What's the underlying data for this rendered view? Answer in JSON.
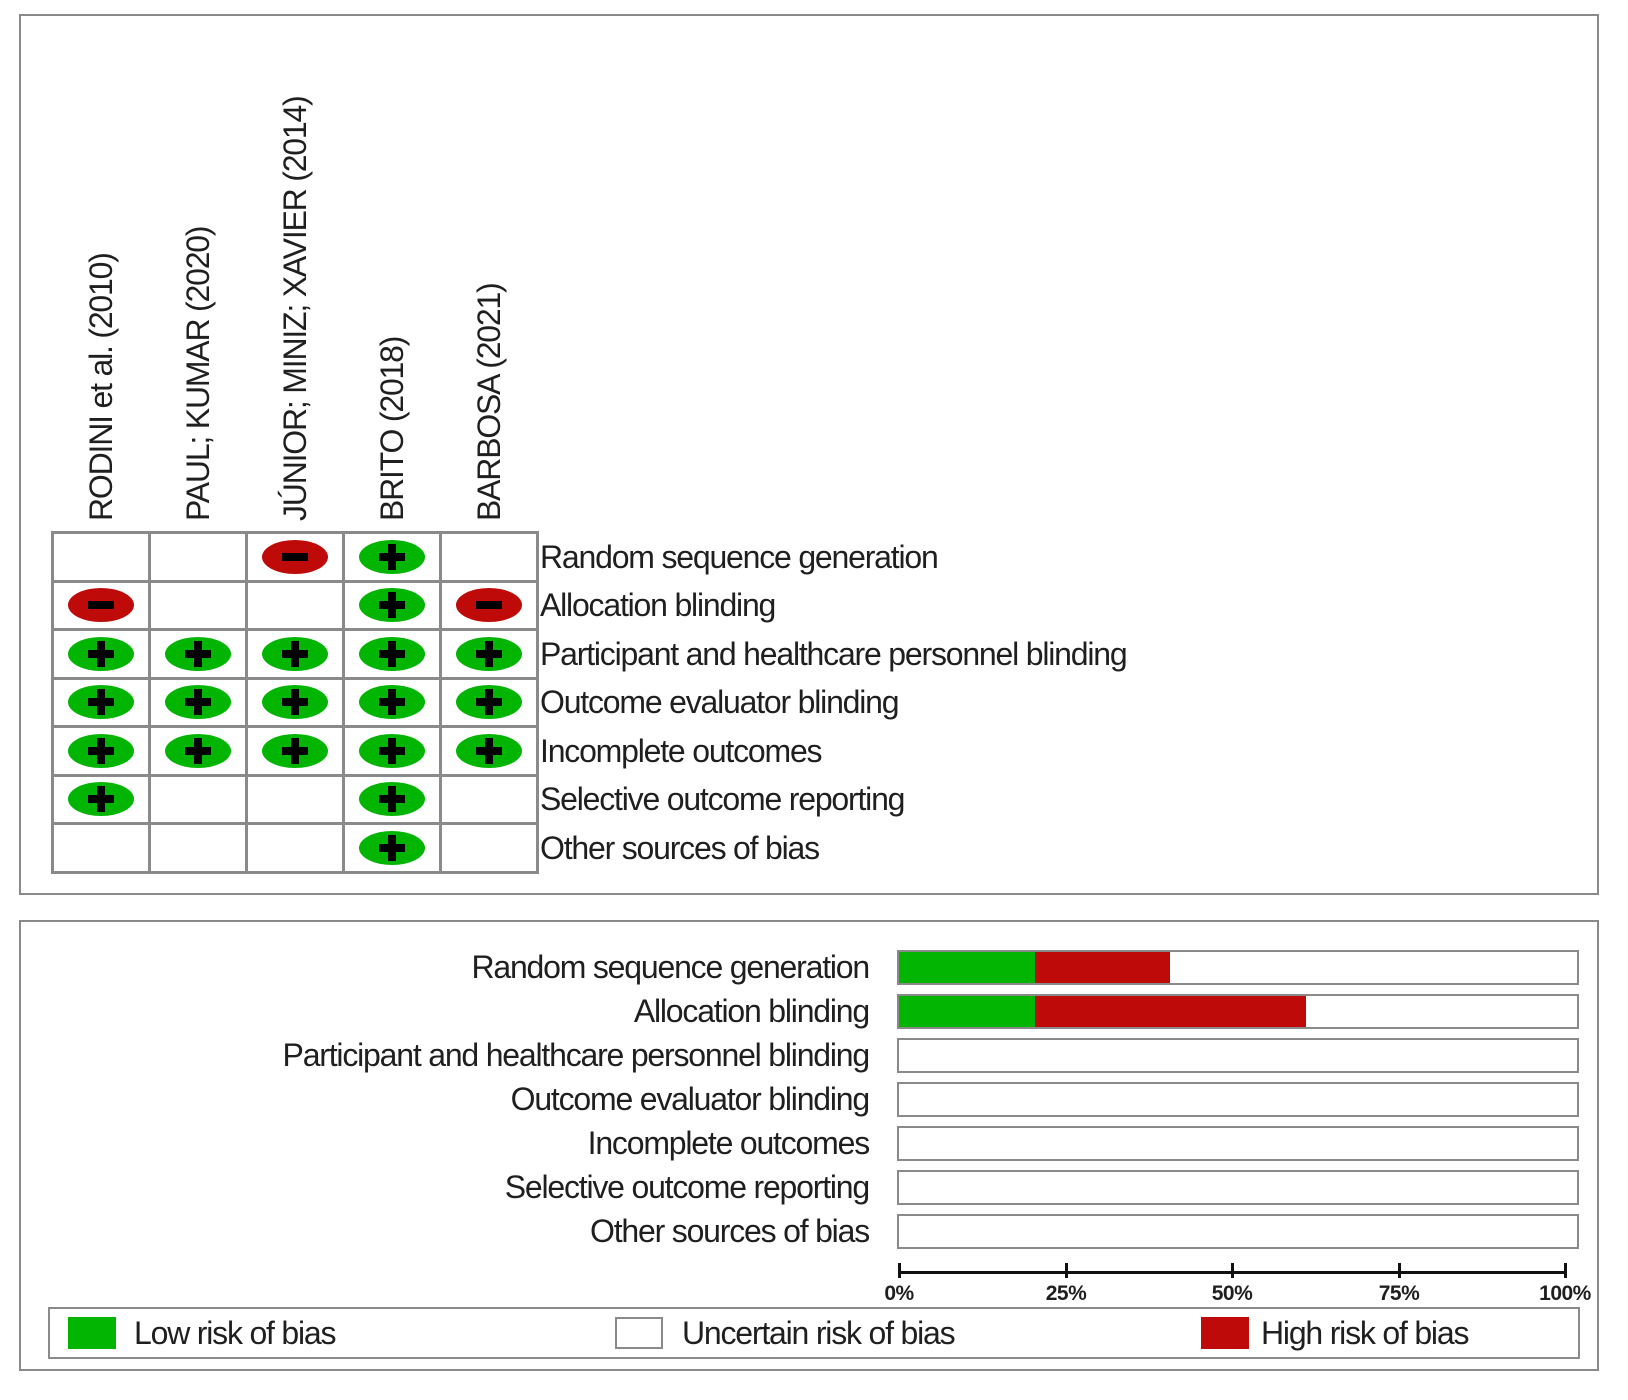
{
  "studies": [
    "RODINI et al. (2010)",
    "PAUL; KUMAR (2020)",
    "JÚNIOR; MINIZ; XAVIER (2014)",
    "BRITO (2018)",
    "BARBOSA (2021)"
  ],
  "domains": [
    {
      "label": "Random sequence generation",
      "judgements": [
        "uncertain",
        "uncertain",
        "high",
        "low",
        "uncertain"
      ],
      "bar": {
        "low": 20,
        "high": 20,
        "uncertain": 60
      }
    },
    {
      "label": "Allocation blinding",
      "judgements": [
        "high",
        "uncertain",
        "uncertain",
        "low",
        "high"
      ],
      "bar": {
        "low": 20,
        "high": 40,
        "uncertain": 40
      }
    },
    {
      "label": "Participant and healthcare personnel blinding",
      "judgements": [
        "low",
        "low",
        "low",
        "low",
        "low"
      ],
      "bar": {
        "low": 0,
        "high": 0,
        "uncertain": 100
      }
    },
    {
      "label": "Outcome evaluator blinding",
      "judgements": [
        "low",
        "low",
        "low",
        "low",
        "low"
      ],
      "bar": {
        "low": 0,
        "high": 0,
        "uncertain": 100
      }
    },
    {
      "label": "Incomplete outcomes",
      "judgements": [
        "low",
        "low",
        "low",
        "low",
        "low"
      ],
      "bar": {
        "low": 0,
        "high": 0,
        "uncertain": 100
      }
    },
    {
      "label": "Selective outcome reporting",
      "judgements": [
        "low",
        "uncertain",
        "uncertain",
        "low",
        "uncertain"
      ],
      "bar": {
        "low": 0,
        "high": 0,
        "uncertain": 100
      }
    },
    {
      "label": "Other sources of bias",
      "judgements": [
        "uncertain",
        "uncertain",
        "uncertain",
        "low",
        "uncertain"
      ],
      "bar": {
        "low": 0,
        "high": 0,
        "uncertain": 100
      }
    }
  ],
  "symbols": {
    "low": "+",
    "high": "-"
  },
  "axis": {
    "ticks": [
      "0%",
      "25%",
      "50%",
      "75%",
      "100%"
    ],
    "min": 0,
    "max": 100
  },
  "legend": [
    {
      "key": "low",
      "label": "Low risk of bias"
    },
    {
      "key": "uncertain",
      "label": "Uncertain risk of bias"
    },
    {
      "key": "high",
      "label": "High risk of bias"
    }
  ],
  "colors": {
    "low": "#02b502",
    "high": "#bf0a0a",
    "uncertain": "#ffffff",
    "border": "#8a8a8a",
    "axis": "#111111",
    "text": "#1f1f1f"
  },
  "chart_data": [
    {
      "type": "table",
      "title": "Risk of bias judgement table",
      "columns": [
        "RODINI et al. (2010)",
        "PAUL; KUMAR (2020)",
        "JÚNIOR; MINIZ; XAVIER (2014)",
        "BRITO (2018)",
        "BARBOSA (2021)"
      ],
      "rows": [
        "Random sequence generation",
        "Allocation blinding",
        "Participant and healthcare personnel blinding",
        "Outcome evaluator blinding",
        "Incomplete outcomes",
        "Selective outcome reporting",
        "Other sources of bias"
      ],
      "cells": [
        [
          "uncertain",
          "uncertain",
          "high",
          "low",
          "uncertain"
        ],
        [
          "high",
          "uncertain",
          "uncertain",
          "low",
          "high"
        ],
        [
          "low",
          "low",
          "low",
          "low",
          "low"
        ],
        [
          "low",
          "low",
          "low",
          "low",
          "low"
        ],
        [
          "low",
          "low",
          "low",
          "low",
          "low"
        ],
        [
          "low",
          "uncertain",
          "uncertain",
          "low",
          "uncertain"
        ],
        [
          "uncertain",
          "uncertain",
          "uncertain",
          "low",
          "uncertain"
        ]
      ],
      "cell_symbols": {
        "low": "+",
        "high": "-",
        "uncertain": ""
      }
    },
    {
      "type": "bar",
      "subtype": "horizontal-stacked",
      "categories": [
        "Random sequence generation",
        "Allocation blinding",
        "Participant and healthcare personnel blinding",
        "Outcome evaluator blinding",
        "Incomplete outcomes",
        "Selective outcome reporting",
        "Other sources of bias"
      ],
      "series": [
        {
          "name": "Low risk of bias",
          "color": "#02b502",
          "values": [
            20,
            20,
            0,
            0,
            0,
            0,
            0
          ]
        },
        {
          "name": "High risk of bias",
          "color": "#bf0a0a",
          "values": [
            20,
            40,
            0,
            0,
            0,
            0,
            0
          ]
        },
        {
          "name": "Uncertain risk of bias",
          "color": "#ffffff",
          "values": [
            60,
            40,
            100,
            100,
            100,
            100,
            100
          ]
        }
      ],
      "xlabel": "",
      "ylabel": "",
      "xlim": [
        0,
        100
      ],
      "xticks": [
        "0%",
        "25%",
        "50%",
        "75%",
        "100%"
      ],
      "grid": false,
      "legend_position": "bottom"
    }
  ]
}
